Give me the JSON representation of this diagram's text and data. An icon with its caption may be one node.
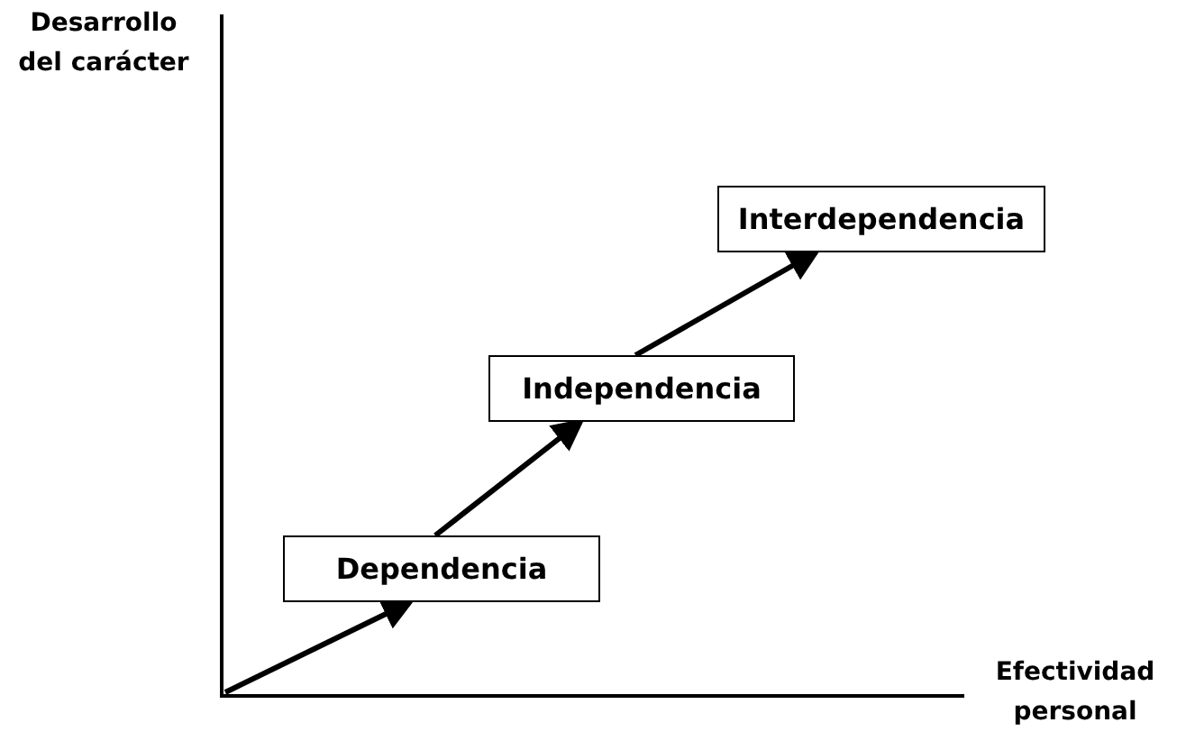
{
  "diagram": {
    "nodes": [
      {
        "text": [
          "Dependencia"
        ]
      },
      {
        "text": [
          "Independencia"
        ]
      },
      {
        "text": [
          "Interdependencia"
        ]
      }
    ],
    "edges": [
      {
        "from": null,
        "to": 0,
        "arrow": "to"
      },
      {
        "from": 0,
        "to": 1,
        "arrow": "to"
      },
      {
        "from": 1,
        "to": 2,
        "arrow": "to"
      }
    ],
    "labels": [
      "Desarrollo del carácter",
      "Efectividad personal"
    ]
  }
}
